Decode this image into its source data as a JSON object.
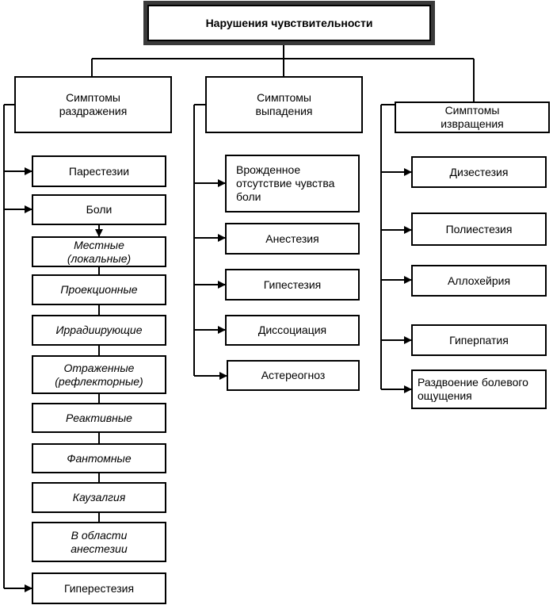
{
  "title": "Нарушения чувствительности",
  "categories": {
    "irritation": "Симптомы\nраздражения",
    "loss": "Симптомы\nвыпадения",
    "perversion": "Симптомы\nизвращения"
  },
  "irritation": {
    "paresthesia": "Парестезии",
    "pain": "Боли",
    "pain_types": [
      "Местные\n(локальные)",
      "Проекционные",
      "Иррадиирующие",
      "Отраженные\n(рефлекторные)",
      "Реактивные",
      "Фантомные",
      "Каузалгия",
      "В области\nанестезии"
    ],
    "hyperesthesia": "Гиперестезия"
  },
  "loss": [
    "Врожденное\nотсутствие чувства\nболи",
    "Анестезия",
    "Гипестезия",
    "Диссоциация",
    "Астереогноз"
  ],
  "perversion": [
    "Дизестезия",
    "Полиестезия",
    "Аллохейрия",
    "Гиперпатия",
    "Раздвоение болевого\nощущения"
  ]
}
